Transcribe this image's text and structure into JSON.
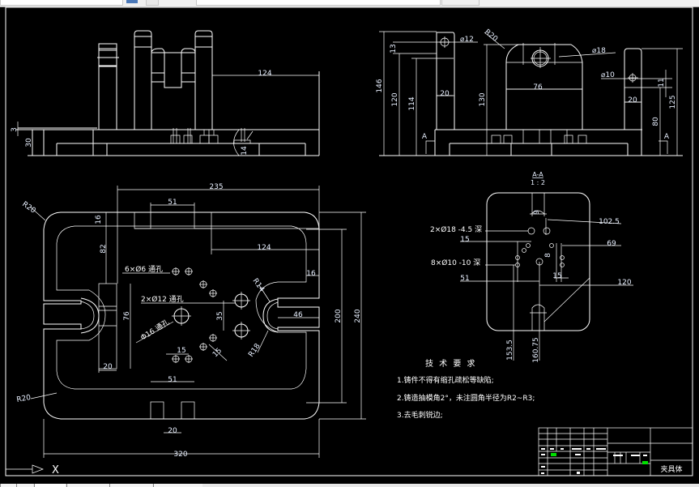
{
  "app": {
    "title": "夹具体",
    "colors": {
      "background": "#000000",
      "lines": "#ffffff",
      "dim_text": "#e8f0ff",
      "highlight": "#00e000"
    }
  },
  "front_view": {
    "dims": {
      "width_124": "124",
      "height_30": "30",
      "gap_3": "3",
      "depth_14": "14"
    }
  },
  "side_view": {
    "dims": {
      "h146": "146",
      "h120": "120",
      "h114": "114",
      "w20a": "20",
      "h130": "130",
      "w76": "76",
      "h13": "13",
      "d12": "⌀12",
      "r20": "R20",
      "d18": "⌀18",
      "d10": "⌀10",
      "h11": "11",
      "w20b": "20",
      "h80": "80",
      "h125": "125",
      "sectionA_left": "A",
      "sectionA_right": "A"
    }
  },
  "plan_view": {
    "dims": {
      "w235": "235",
      "w51_top": "51",
      "r20_top": "R20",
      "h16_left": "16",
      "h82": "82",
      "w124": "124",
      "h16_right": "16",
      "h76": "76",
      "w20_left": "20",
      "h35": "35",
      "w46": "46",
      "r14": "R14",
      "r18": "R18",
      "w15a": "15",
      "w15b": "15",
      "w51_bottom": "51",
      "w20_bottom": "20",
      "r20_bottom": "R20",
      "w320": "320",
      "h200": "200",
      "h240": "240"
    },
    "notes": {
      "holes_6": "6×Ø6 通孔",
      "holes_12": "2×Ø12 通孔",
      "hole_16": "Φ16 通孔"
    }
  },
  "section_view": {
    "title": "A-A",
    "scale": "1 : 2",
    "notes": {
      "holes_18": "2×Ø18 -4.5 深",
      "holes_10": "8×Ø10 -10 深"
    },
    "dims": {
      "d9": "9",
      "w102_5": "102.5",
      "w15": "15",
      "w69": "69",
      "d8": "8",
      "w15b": "15",
      "w51": "51",
      "w120": "120",
      "h153_5": "153.5",
      "h160_75": "160.75"
    }
  },
  "tech_requirements": {
    "title": "技 术 要 求",
    "items": [
      "1.铸件不得有缩孔疏松等缺陷;",
      "2.铸造抽模角2°，未注圆角半径为R2~R3;",
      "3.去毛刺锐边;"
    ]
  },
  "title_block": {
    "part_name": "夹具体"
  },
  "ucs": {
    "x_label": "X"
  }
}
